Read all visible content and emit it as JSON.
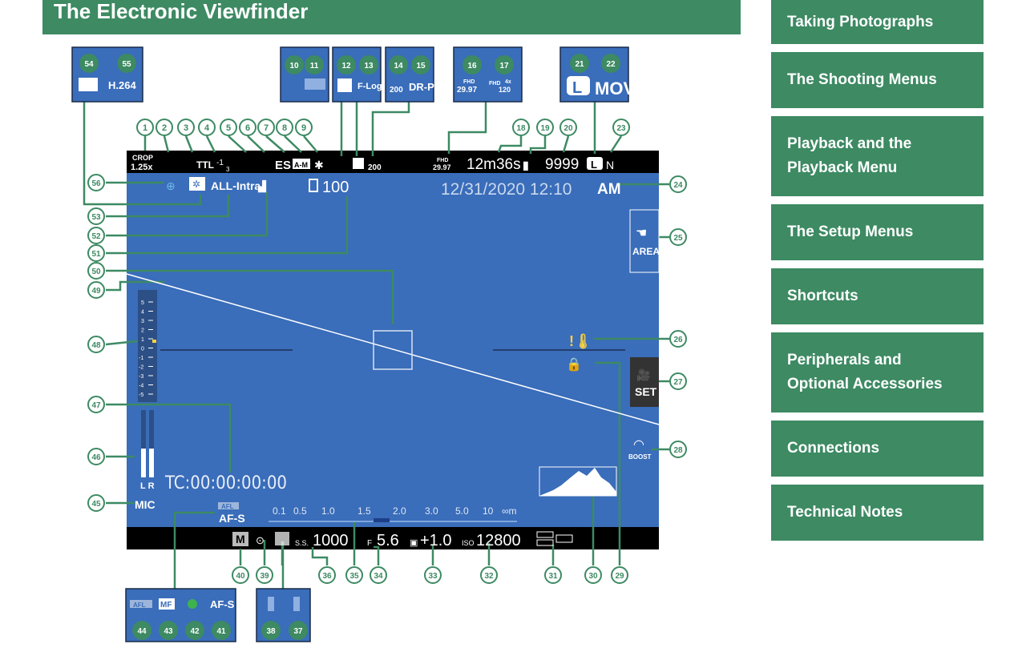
{
  "page": {
    "title": "The Electronic Viewfinder",
    "accent_color": "#3d8a63",
    "viewfinder_color": "#3a6dba"
  },
  "nav": {
    "items": [
      {
        "label": "Taking Photographs"
      },
      {
        "label": "The Shooting Menus"
      },
      {
        "label": "Playback and the Playback Menu"
      },
      {
        "label": "The Setup Menus"
      },
      {
        "label": "Shortcuts"
      },
      {
        "label": "Peripherals and Optional Accessories"
      },
      {
        "label": "Connections"
      },
      {
        "label": "Technical Notes"
      }
    ]
  },
  "viewfinder": {
    "crop": "CROP",
    "crop_value": "1.25x",
    "flash": "TTL",
    "flash_comp": "-1",
    "flash_comp_denom": "3",
    "shutter_type": "ES",
    "am_mode": "A-M",
    "movie_codec_compression": "ALL-Intra",
    "format_fhd": "FHD",
    "format_fps": "29.97",
    "record_time": "12m36s",
    "frames_remaining": "9999",
    "image_size": "L",
    "image_quality": "N",
    "iso_box_value": "100",
    "datetime": "12/31/2020 12:10",
    "ampm": "AM",
    "area_label": "AREA",
    "set_label": "SET",
    "boost_label": "BOOST",
    "timecode": "TC:00:00:00:00",
    "mic_label": "MIC",
    "lr_label": "L R",
    "afl_label": "AFL",
    "focus_mode": "AF-S",
    "distance_scale": [
      "0.1",
      "0.5",
      "1.0",
      "1.5",
      "2.0",
      "3.0",
      "5.0",
      "10",
      "∞m"
    ],
    "exposure_mode": "M",
    "ss_label": "S.S.",
    "shutter_speed": "1000",
    "f_label": "F",
    "aperture": "5.6",
    "exposure_comp": "+1.0",
    "iso_label": "ISO",
    "sensitivity": "12800",
    "meter_scale": [
      "5",
      "4",
      "3",
      "2",
      "1",
      "0",
      "-1",
      "-2",
      "-3",
      "-4",
      "-5"
    ]
  },
  "insets": {
    "i54_55": {
      "nums": [
        "54",
        "55"
      ],
      "text": "H.264"
    },
    "i10_11": {
      "nums": [
        "10",
        "11"
      ]
    },
    "i12_13": {
      "nums": [
        "12",
        "13"
      ],
      "text": "F-Log"
    },
    "i14_15": {
      "nums": [
        "14",
        "15"
      ],
      "text": "DR-P",
      "sub": "200"
    },
    "i16_17": {
      "nums": [
        "16",
        "17"
      ],
      "fhd": "FHD",
      "fps1": "29.97",
      "fps2": "120",
      "mult": "4x"
    },
    "i21_22": {
      "nums": [
        "21",
        "22"
      ],
      "text": "MOV",
      "size": "L"
    },
    "i44_41": {
      "nums": [
        "44",
        "43",
        "42",
        "41"
      ],
      "afl": "AFL",
      "mf": "MF",
      "afs": "AF-S"
    },
    "i38_37": {
      "nums": [
        "38",
        "37"
      ]
    }
  },
  "callouts": [
    "1",
    "2",
    "3",
    "4",
    "5",
    "6",
    "7",
    "8",
    "9",
    "18",
    "19",
    "20",
    "23",
    "24",
    "25",
    "26",
    "27",
    "28",
    "29",
    "30",
    "31",
    "32",
    "33",
    "34",
    "35",
    "36",
    "39",
    "40",
    "45",
    "46",
    "47",
    "48",
    "49",
    "50",
    "51",
    "52",
    "53",
    "56"
  ]
}
